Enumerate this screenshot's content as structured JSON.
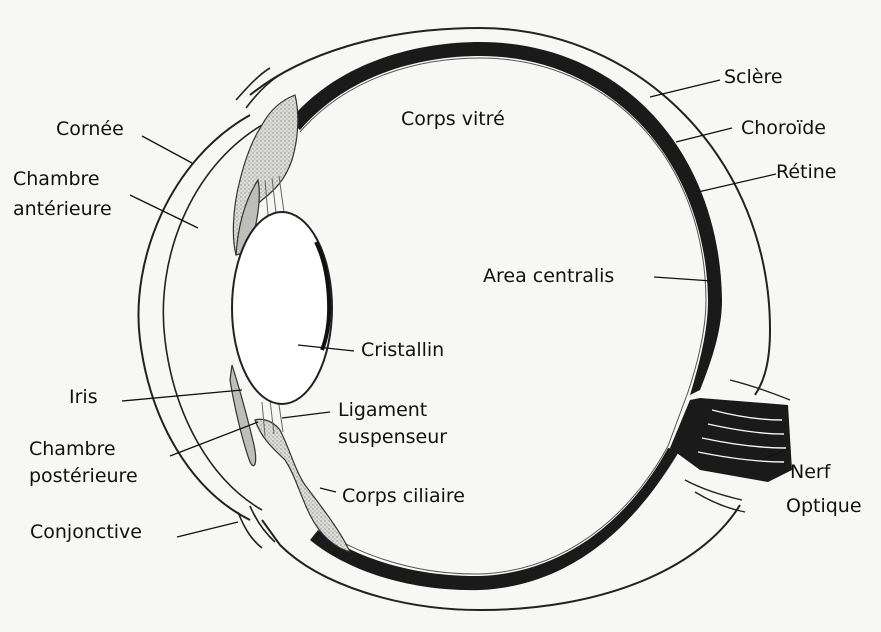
{
  "labels": {
    "sclere": "Sclère",
    "choroide": "Choroïde",
    "retine": "Rétine",
    "corps_vitre": "Corps vitré",
    "cornee": "Cornée",
    "chambre_anterieure_1": "Chambre",
    "chambre_anterieure_2": "antérieure",
    "area_centralis": "Area centralis",
    "cristallin": "Cristallin",
    "iris": "Iris",
    "ligament_1": "Ligament",
    "ligament_2": "suspenseur",
    "chambre_posterieure_1": "Chambre",
    "chambre_posterieure_2": "postérieure",
    "corps_ciliaire": "Corps ciliaire",
    "conjonctive": "Conjonctive",
    "nerf_1": "Nerf",
    "nerf_2": "Optique"
  },
  "colors": {
    "background": "#f7f7f5",
    "ink": "#111111",
    "retina": "#1a1a1a",
    "tissue": "#c9c9c5"
  }
}
